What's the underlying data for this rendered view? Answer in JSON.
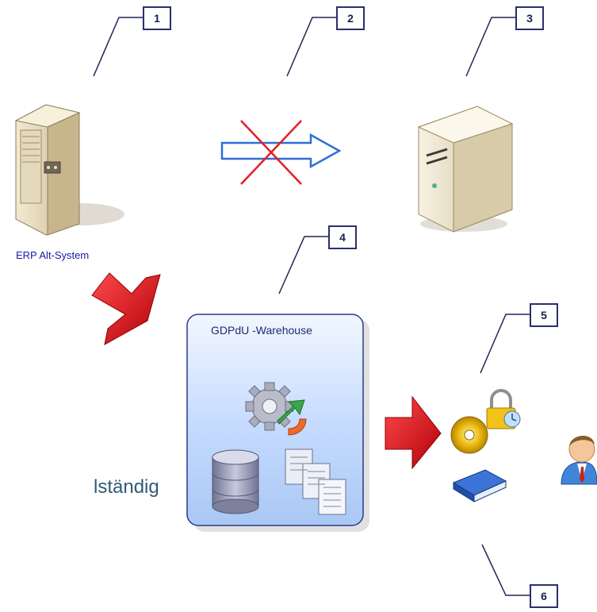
{
  "callouts": [
    "1",
    "2",
    "3",
    "4",
    "5",
    "6"
  ],
  "erp_label": "ERP Alt-System",
  "warehouse_title": "GDPdU -Warehouse",
  "side_text": "lständig",
  "colors": {
    "callout_border": "#2a2f6e",
    "leader_line": "#1f2557",
    "cross_red": "#e41e26",
    "arrow_outline": "#2f6fd6",
    "red_arrow": "#e0101a",
    "warehouse_fill": "#cfe2ff"
  },
  "icons": [
    "legacy-server-icon",
    "server-icon",
    "blocked-transfer-arrow",
    "migration-arrow",
    "warehouse-container",
    "gear-icon",
    "database-icon",
    "documents-icon",
    "output-arrow",
    "cd-lock-icon",
    "book-icon",
    "user-icon"
  ]
}
